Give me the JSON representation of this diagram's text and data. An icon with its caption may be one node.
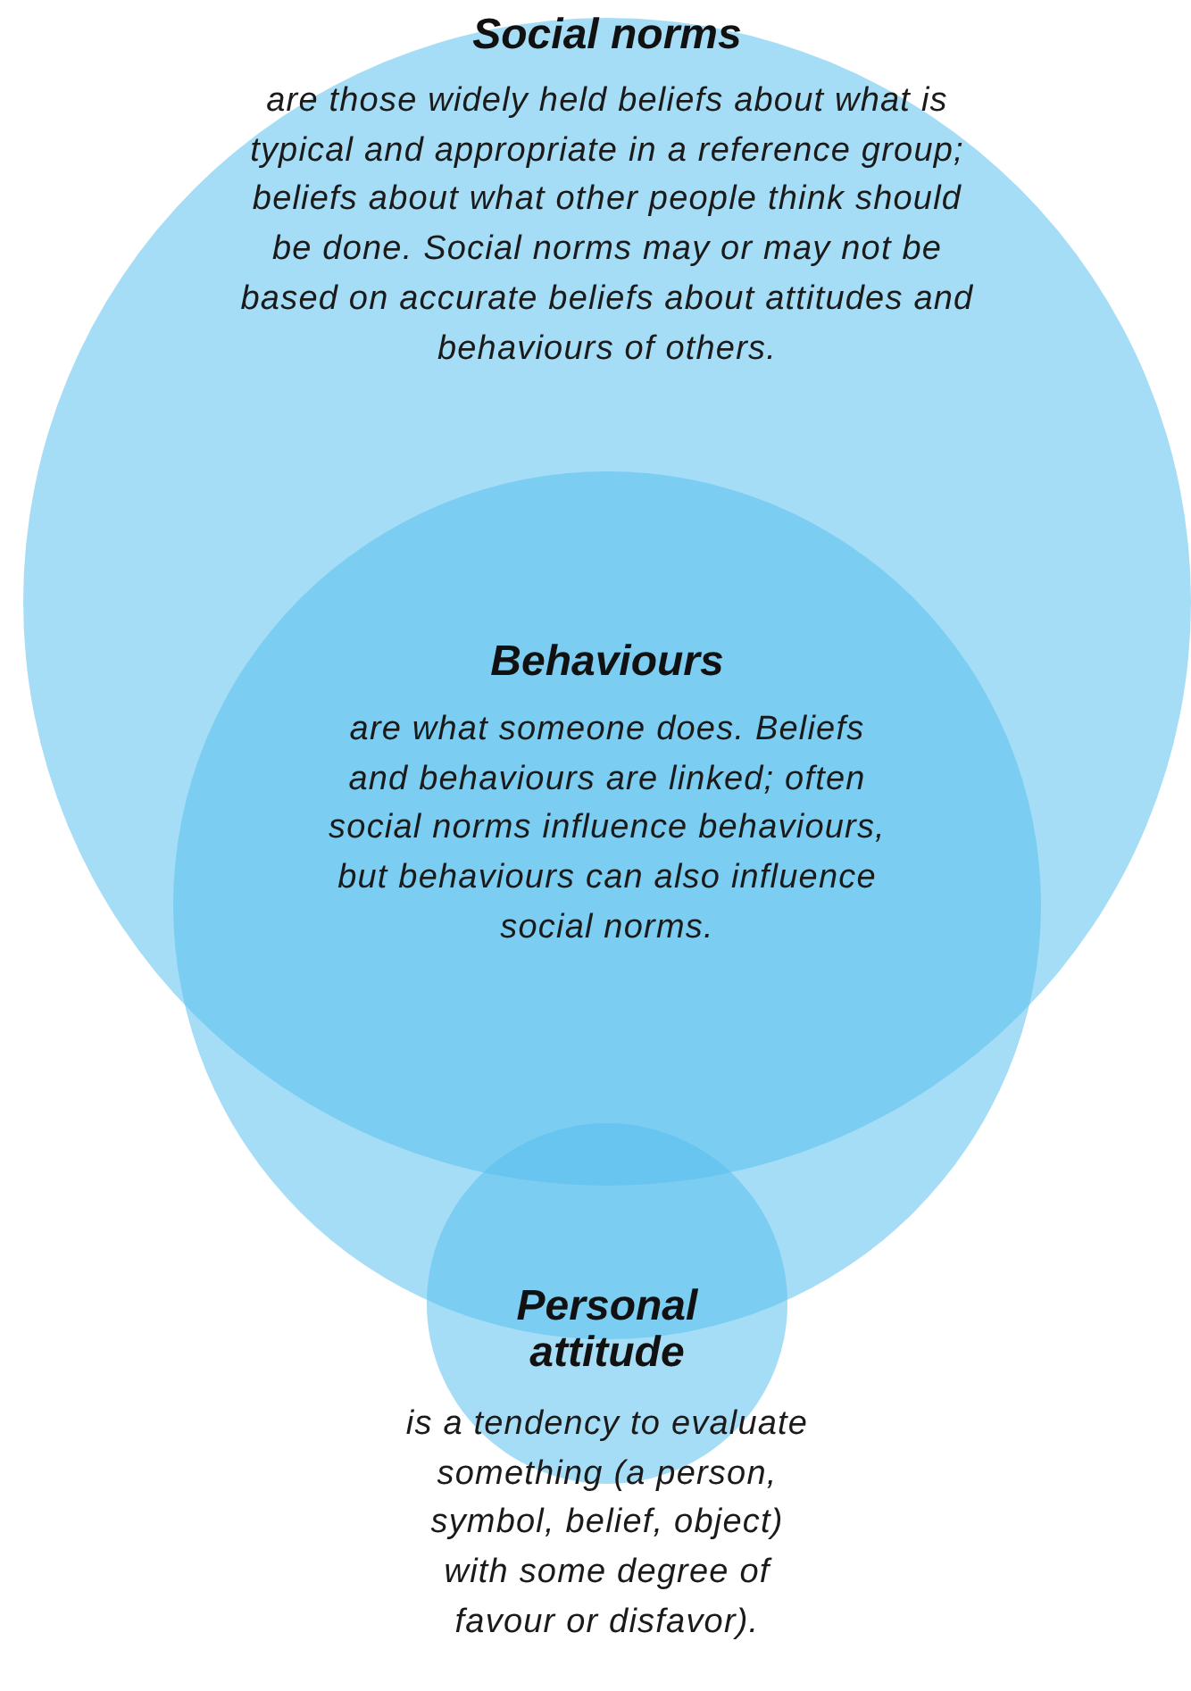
{
  "diagram": {
    "nodes": [
      {
        "text": [
          "Social norms",
          "are those widely held beliefs about what is typical and appropriate in a reference group; beliefs about what other people think should be done. Social norms may or may not be based on accurate beliefs about attitudes and behaviours of others."
        ]
      },
      {
        "text": [
          "Behaviours",
          "are what someone does. Beliefs and behaviours are linked; often social norms influence behaviours, but behaviours can also influence social norms."
        ]
      },
      {
        "text": [
          "Personal attitude",
          "is a tendency to evaluate something (a person, symbol, belief, object) with some degree of favour or disfavor)."
        ]
      }
    ]
  }
}
